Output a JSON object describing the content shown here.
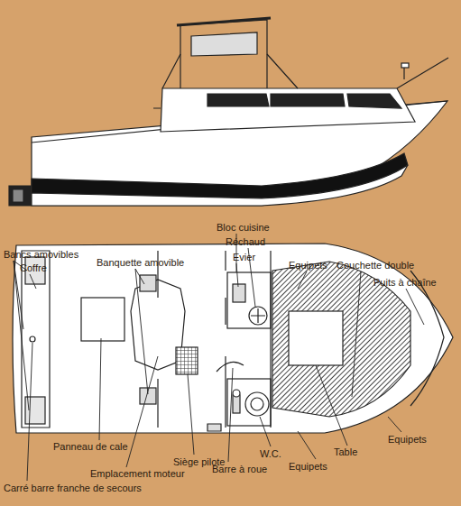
{
  "diagram": {
    "labels": [
      "Bloc cuisine",
      "Réchaud",
      "Evier",
      "Bancs amovibles",
      "Coffre",
      "Banquette amovible",
      "Equipets",
      "Couchette double",
      "Puits à chaîne",
      "Panneau de cale",
      "Siège pilote",
      "Barre à roue",
      "W.C.",
      "Table",
      "Equipets",
      "Equipets",
      "Emplacement moteur",
      "Carré barre franche de secours"
    ]
  }
}
